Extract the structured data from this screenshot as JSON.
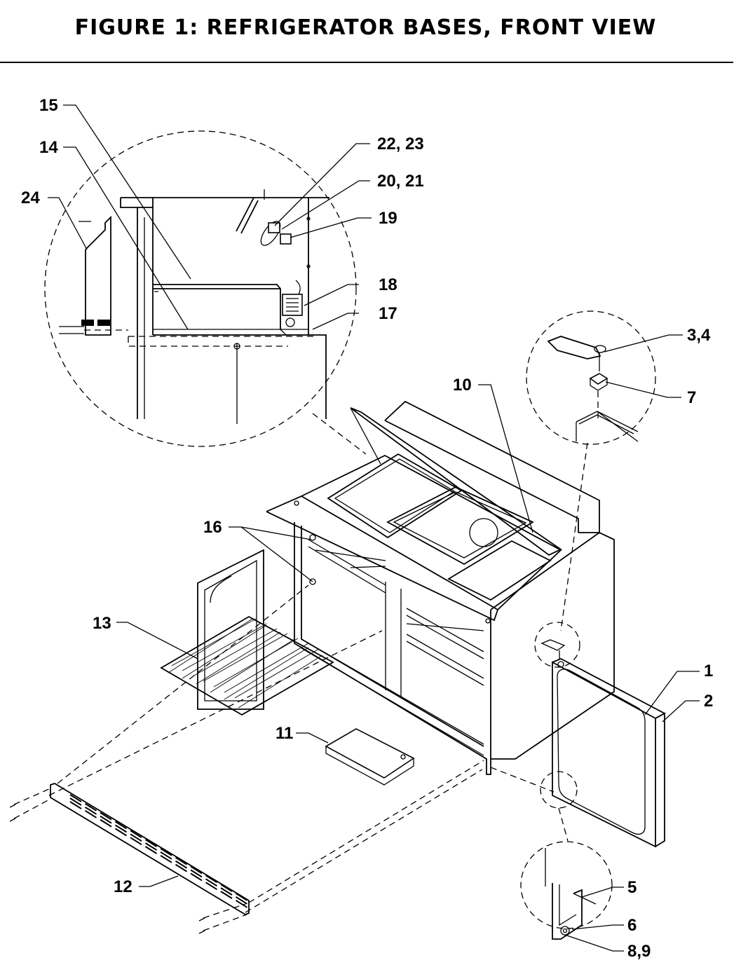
{
  "figure": {
    "title": "FIGURE 1: REFRIGERATOR BASES, FRONT VIEW"
  },
  "callouts": {
    "c1": "1",
    "c2": "2",
    "c3_4": "3,4",
    "c5": "5",
    "c6": "6",
    "c7": "7",
    "c8_9": "8,9",
    "c10": "10",
    "c11": "11",
    "c12": "12",
    "c13": "13",
    "c14": "14",
    "c15": "15",
    "c16": "16",
    "c17": "17",
    "c18": "18",
    "c19": "19",
    "c20_21": "20, 21",
    "c22_23": "22, 23",
    "c24": "24"
  }
}
